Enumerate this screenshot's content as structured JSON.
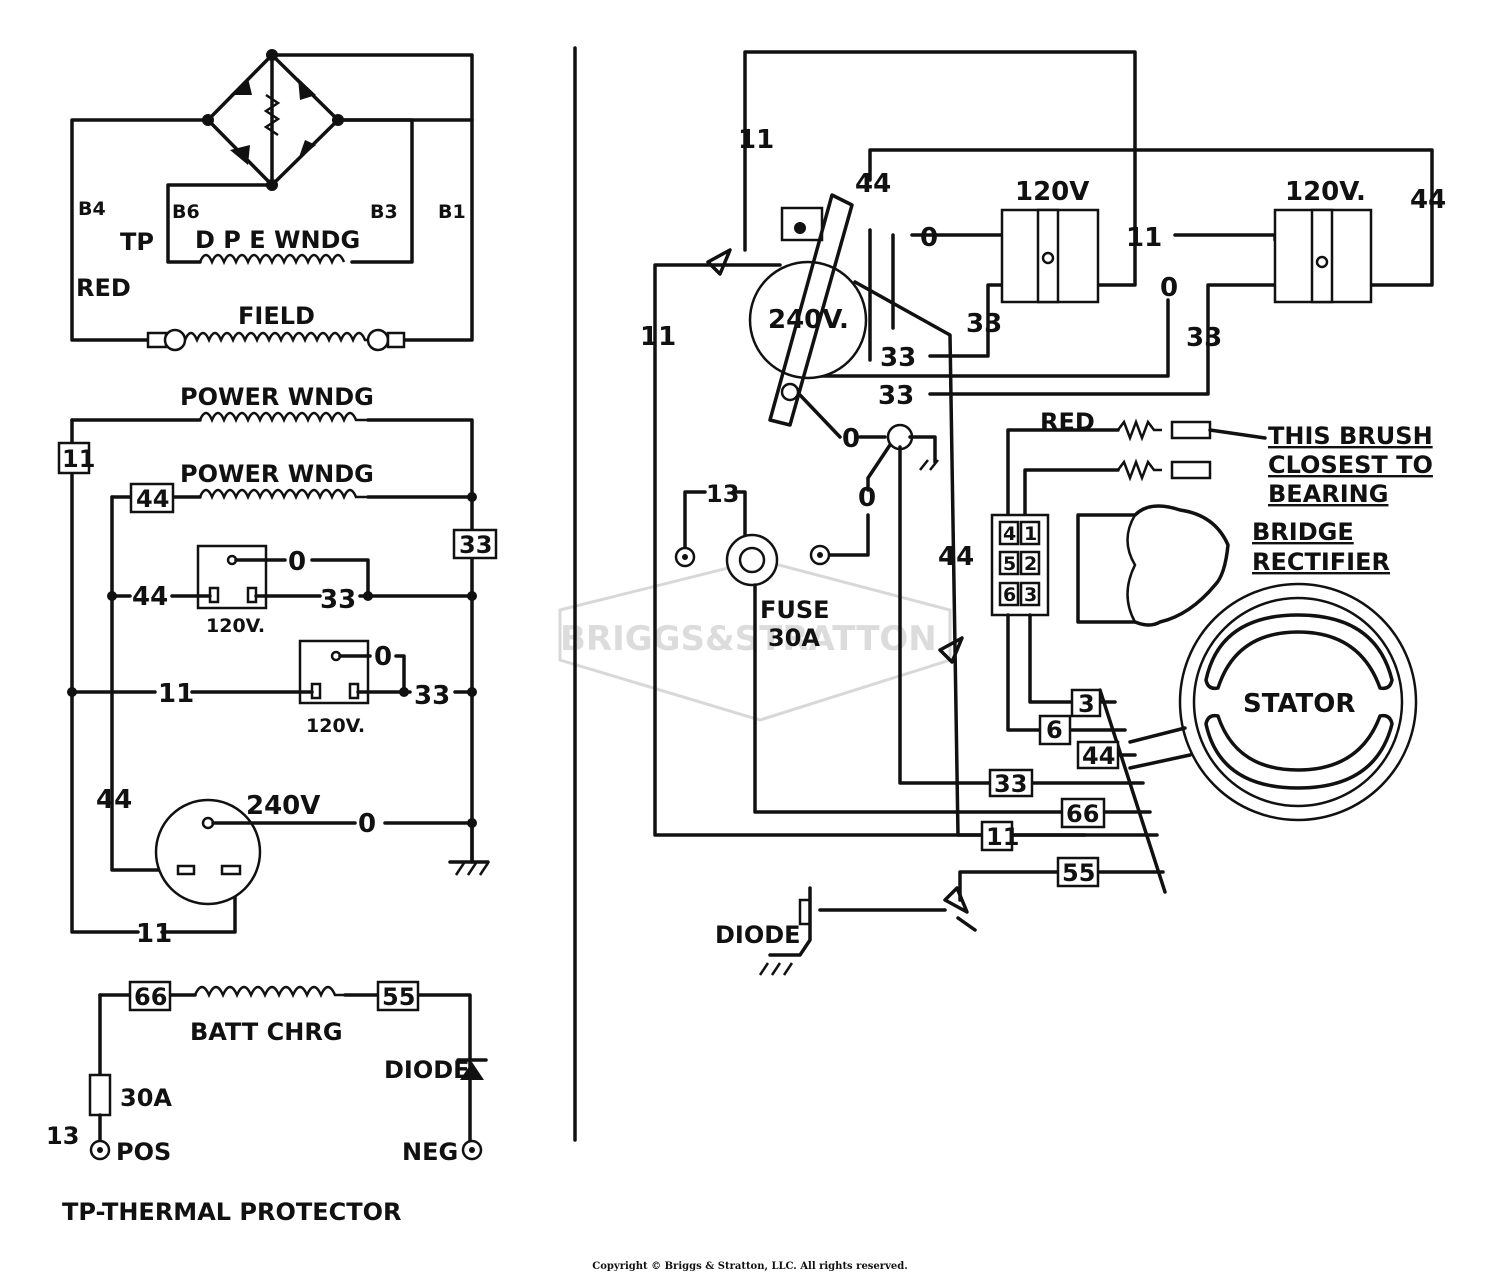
{
  "left": {
    "top_section": {
      "terminals": [
        "B4",
        "B6",
        "B3",
        "B1"
      ],
      "tp": "TP",
      "winding": "D P E WNDG",
      "red": "RED",
      "field": "FIELD"
    },
    "power_section": {
      "power_wndg_1": "POWER WNDG",
      "power_wndg_2": "POWER WNDG",
      "box_11": "11",
      "box_44": "44",
      "box_33": "33",
      "w44": "44",
      "w0": "0",
      "w33a": "33",
      "v120a": "120V.",
      "w11": "11",
      "w0b": "0",
      "w33b": "33",
      "v120b": "120V.",
      "w44b": "44",
      "v240": "240V",
      "w0c": "0",
      "w11b": "11"
    },
    "batt_section": {
      "box_66": "66",
      "box_55": "55",
      "batt": "BATT CHRG",
      "fuse": "30A",
      "diode": "DIODE",
      "n13": "13",
      "pos": "POS",
      "neg": "NEG"
    },
    "footnote": "TP-THERMAL PROTECTOR"
  },
  "right": {
    "w11_top": "11",
    "w44_top": "44",
    "w0_a": "0",
    "v120_a": "120V",
    "w11_r": "11",
    "v120_b": "120V.",
    "w44_r": "44",
    "w0_b": "0",
    "w33_a": "33",
    "w33_b": "33",
    "w11_left": "11",
    "v240": "240V.",
    "w33_c": "33",
    "w33_d": "33",
    "w0_c": "0",
    "w0_d": "0",
    "red": "RED",
    "note_1": "THIS BRUSH",
    "note_2": "CLOSEST TO",
    "note_3": "BEARING",
    "bridge_1": "BRIDGE",
    "bridge_2": "RECTIFIER",
    "n13": "13",
    "fuse_1": "FUSE",
    "fuse_2": "30A",
    "w44_mid": "44",
    "conn": [
      "4",
      "1",
      "5",
      "2",
      "6",
      "3"
    ],
    "stator": "STATOR",
    "box_3": "3",
    "box_6": "6",
    "box_44": "44",
    "box_33": "33",
    "box_66": "66",
    "box_11": "11",
    "box_55": "55",
    "diode": "DIODE"
  },
  "watermark": "BRIGGS&STRATTON",
  "copyright": "Copyright © Briggs & Stratton, LLC. All rights reserved."
}
